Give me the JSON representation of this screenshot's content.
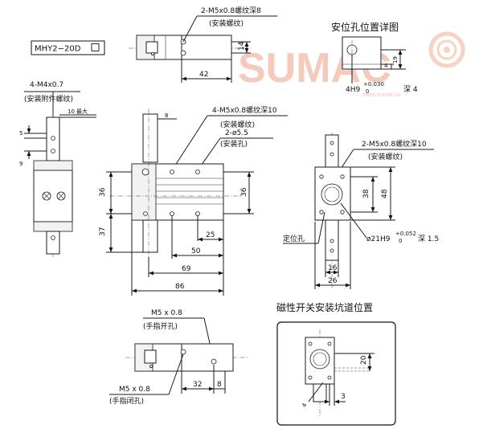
{
  "model": "MHY2−20D",
  "watermark": {
    "brand": "SUMAC",
    "url": "www.sumac.co"
  },
  "top_view": {
    "callout": "2-M5x0.8螺纹深8",
    "callout_sub": "(安装螺纹)",
    "dim_height": "14",
    "dim_length": "42"
  },
  "locating_detail": {
    "title": "安位孔位置详图",
    "dim_19": "19",
    "dim_4": "4",
    "hole_base": "4H9",
    "tol_upper": "+0.030",
    "tol_lower": "0",
    "depth": "深 4"
  },
  "left_view": {
    "callout": "4-M4x0.7",
    "callout_sub": "(安装附件螺纹)",
    "dim_10": "10",
    "dim_10_suffix": "最大",
    "dim_5": "5",
    "dim_9": "9"
  },
  "front_view": {
    "callout_thread": "4-M5x0.8螺纹深10",
    "callout_thread_sub": "(安装螺纹)",
    "callout_hole": "2-ø5.5",
    "callout_hole_sub": "(安装孔)",
    "dim_8": "8",
    "dim_36_left": "36",
    "dim_36_right": "36",
    "dim_37": "37",
    "dim_25": "25",
    "dim_50": "50",
    "dim_69": "69",
    "dim_86": "86"
  },
  "right_view": {
    "callout": "2-M5x0.8螺纹深10",
    "callout_sub": "(安装螺纹)",
    "dim_38": "38",
    "dim_48": "48",
    "locating_label": "定位孔",
    "bore": "ø21H9",
    "bore_tol_upper": "+0.052",
    "bore_tol_lower": "0",
    "bore_depth": "深 1.5",
    "dim_16": "16",
    "dim_26": "26"
  },
  "bottom_view": {
    "port_open": "M5 x 0.8",
    "port_open_sub": "(手指开孔)",
    "port_close": "M5 x 0.8",
    "port_close_sub": "(手指闭孔)",
    "dim_32": "32",
    "dim_8": "8"
  },
  "switch_groove": {
    "title": "磁性开关安装坑道位置",
    "dim_20": "20",
    "dim_4": "4",
    "dim_3": "3"
  }
}
